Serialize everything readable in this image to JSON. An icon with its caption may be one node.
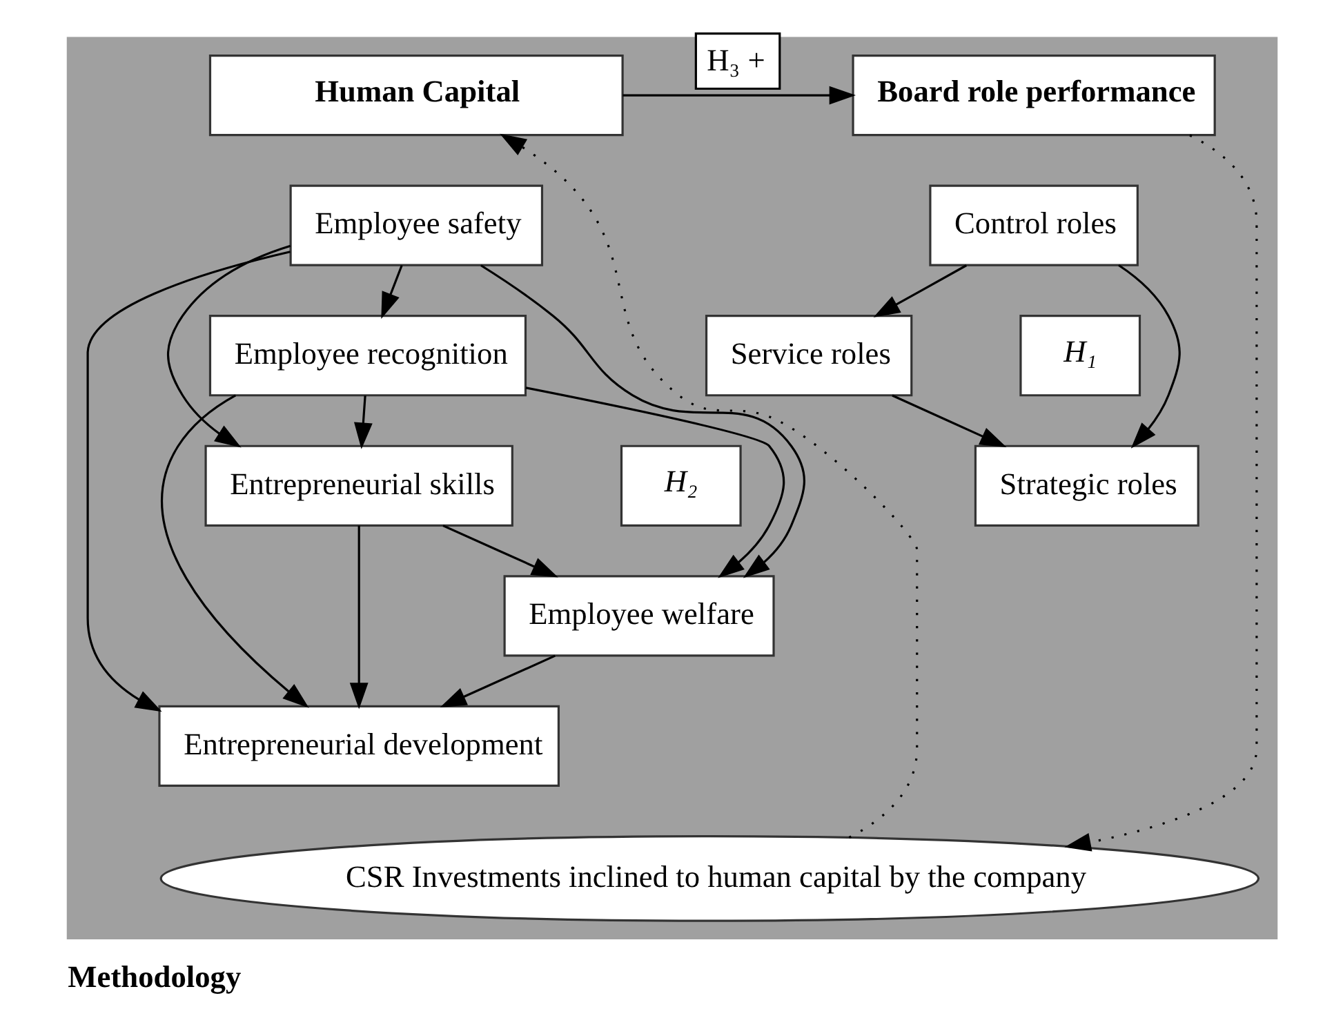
{
  "diagram": {
    "caption": "Methodology",
    "nodes": [
      {
        "text": [],
        "shape": "box"
      },
      {
        "text": [
          "Human Capital"
        ],
        "in": 0
      },
      {
        "text": [
          "Board role performance"
        ],
        "in": 0
      },
      {
        "text": [
          "Employee safety"
        ],
        "in": 0
      },
      {
        "text": [
          "Employee recognition"
        ],
        "in": 0
      },
      {
        "text": [
          "Entrepreneurial skills"
        ],
        "in": 0
      },
      {
        "text": [
          "Employee welfare"
        ],
        "in": 0
      },
      {
        "text": [
          "Entrepreneurial development"
        ],
        "in": 0
      },
      {
        "text": [
          "H₂"
        ],
        "in": 0
      },
      {
        "text": [
          "Control roles"
        ],
        "in": 0
      },
      {
        "text": [
          "Service roles"
        ],
        "in": 0
      },
      {
        "text": [
          "Strategic roles"
        ],
        "in": 0
      },
      {
        "text": [
          "H₁"
        ],
        "in": 0
      },
      {
        "text": [
          "CSR Investments inclined to human capital by the company"
        ],
        "in": 0
      }
    ],
    "edges": [
      {
        "from": 1,
        "to": 2,
        "arrow": "to",
        "label": "H₃ +"
      },
      {
        "from": 3,
        "to": 4,
        "arrow": "to"
      },
      {
        "from": 3,
        "to": 5,
        "arrow": "to"
      },
      {
        "from": 3,
        "to": 6,
        "arrow": "to"
      },
      {
        "from": 3,
        "to": 7,
        "arrow": "to"
      },
      {
        "from": 4,
        "to": 5,
        "arrow": "to"
      },
      {
        "from": 4,
        "to": 6,
        "arrow": "to"
      },
      {
        "from": 4,
        "to": 7,
        "arrow": "to"
      },
      {
        "from": 5,
        "to": 6,
        "arrow": "to"
      },
      {
        "from": 5,
        "to": 7,
        "arrow": "to"
      },
      {
        "from": 6,
        "to": 7,
        "arrow": "to"
      },
      {
        "from": 9,
        "to": 10,
        "arrow": "to"
      },
      {
        "from": 9,
        "to": 11,
        "arrow": "to"
      },
      {
        "from": 10,
        "to": 11,
        "arrow": "to"
      },
      {
        "from": 2,
        "to": 13,
        "arrow": "to",
        "style": "dashed"
      },
      {
        "from": 13,
        "to": 1,
        "arrow": "to",
        "style": "dashed"
      }
    ]
  }
}
